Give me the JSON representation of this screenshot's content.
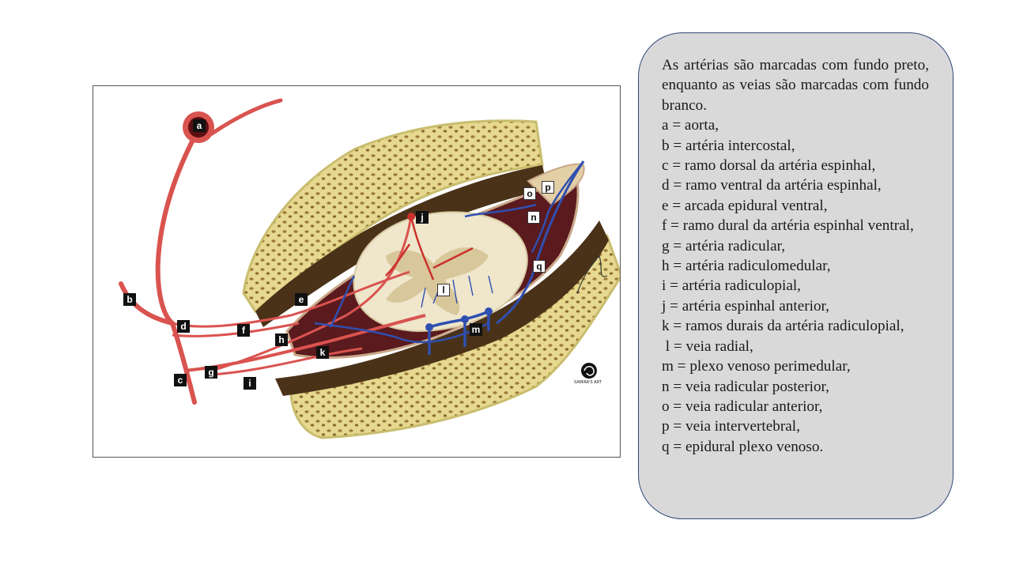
{
  "figure": {
    "labels": [
      {
        "id": "a",
        "text": "a",
        "kind": "artery"
      },
      {
        "id": "b",
        "text": "b",
        "kind": "artery"
      },
      {
        "id": "c",
        "text": "c",
        "kind": "artery"
      },
      {
        "id": "d",
        "text": "d",
        "kind": "artery"
      },
      {
        "id": "e",
        "text": "e",
        "kind": "artery"
      },
      {
        "id": "f",
        "text": "f",
        "kind": "artery"
      },
      {
        "id": "g",
        "text": "g",
        "kind": "artery"
      },
      {
        "id": "h",
        "text": "h",
        "kind": "artery"
      },
      {
        "id": "i",
        "text": "i",
        "kind": "artery"
      },
      {
        "id": "j",
        "text": "j",
        "kind": "artery"
      },
      {
        "id": "k",
        "text": "k",
        "kind": "artery"
      },
      {
        "id": "l",
        "text": "l",
        "kind": "vein"
      },
      {
        "id": "m",
        "text": "m",
        "kind": "artery"
      },
      {
        "id": "n",
        "text": "n",
        "kind": "vein"
      },
      {
        "id": "o",
        "text": "o",
        "kind": "vein"
      },
      {
        "id": "p",
        "text": "p",
        "kind": "vein"
      },
      {
        "id": "q",
        "text": "q",
        "kind": "vein"
      }
    ],
    "watermark": "SAMIRA'S ART",
    "colors": {
      "artery": "#d9534f",
      "vein": "#2f4fb0",
      "bone": "#e8dc94",
      "ligament": "#4a3218",
      "dura": "#5a1a1e",
      "cord": "#efe6cc"
    }
  },
  "legend": {
    "intro": "As artérias são marcadas com fundo preto, enquanto as veias são marcadas com fundo branco.",
    "items": [
      "a = aorta,",
      "b = artéria intercostal,",
      "c = ramo dorsal da artéria espinhal,",
      "d = ramo ventral da artéria espinhal,",
      "e = arcada epidural ventral,",
      "f = ramo dural da artéria espinhal ventral,",
      "g = artéria radicular,",
      "h = artéria radiculomedular,",
      "i = artéria radiculopial,",
      "j = artéria espinhal anterior,",
      "k = ramos durais da artéria radiculopial,",
      " l = veia radial,",
      "m = plexo venoso perimedular,",
      "n = veia radicular posterior,",
      "o = veia radicular anterior,",
      "p = veia intervertebral,",
      "q = epidural plexo venoso."
    ]
  }
}
